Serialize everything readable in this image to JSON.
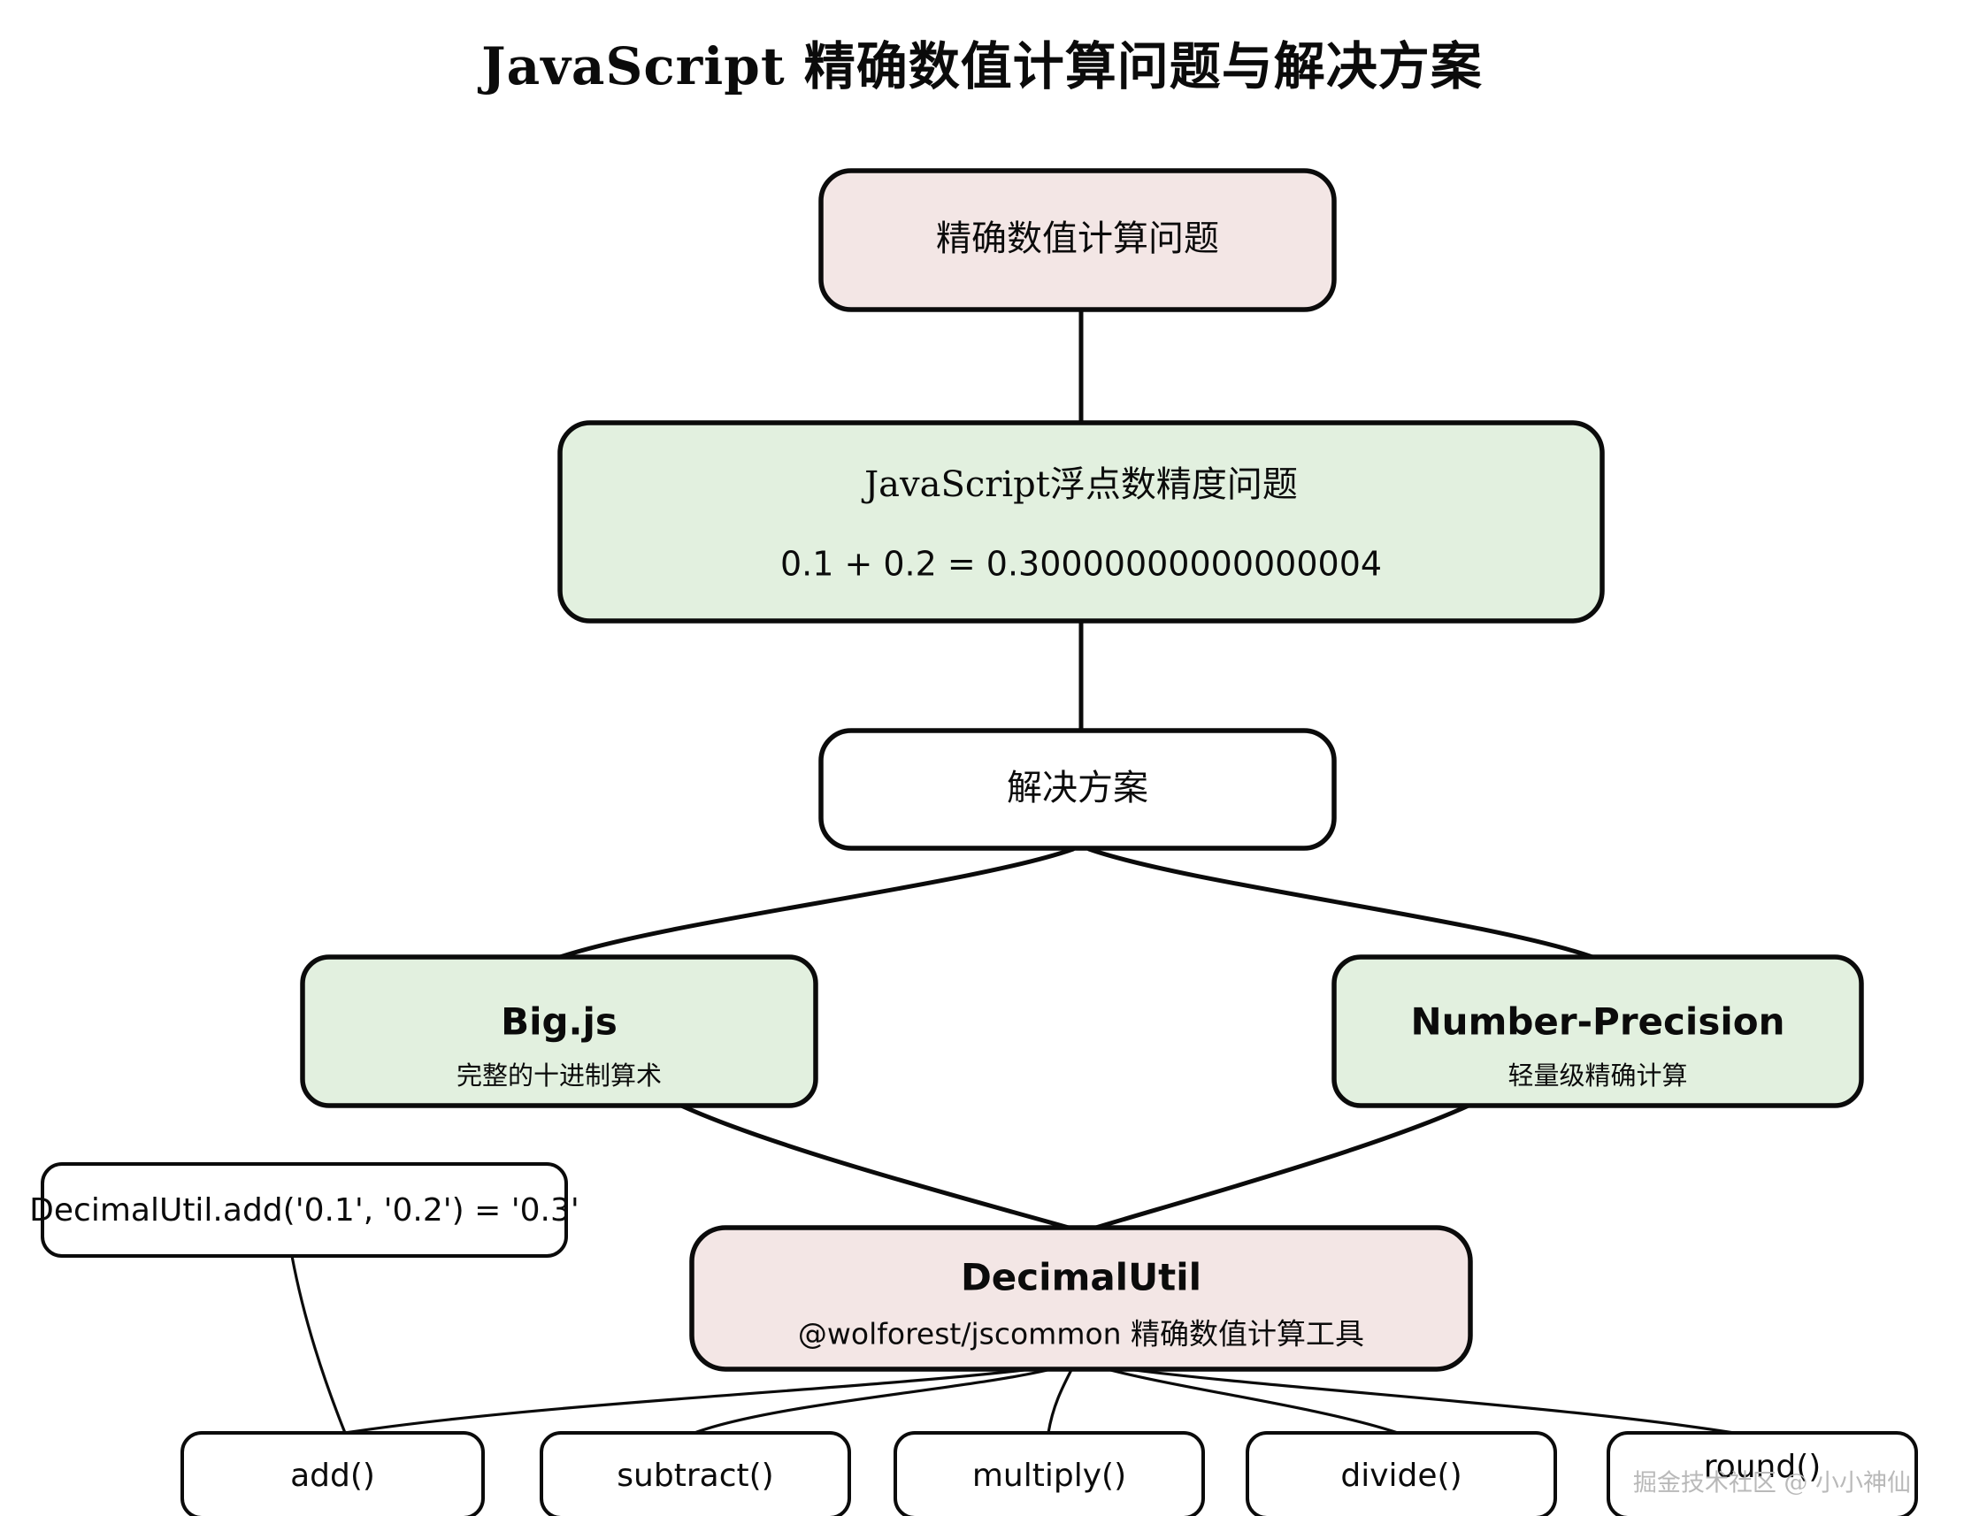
{
  "title": "JavaScript 精确数值计算问题与解决方案",
  "colors": {
    "pink_fill": "#f3e6e5",
    "green_fill": "#e2f0df",
    "white_fill": "#ffffff",
    "stroke": "#0b0b0b",
    "watermark": "#b9b9b9"
  },
  "nodes": {
    "root": {
      "label": "精确数值计算问题",
      "fill": "#f3e6e5"
    },
    "problem": {
      "label": "JavaScript浮点数精度问题",
      "example": "0.1 + 0.2 = 0.30000000000000004",
      "fill": "#e2f0df"
    },
    "solution": {
      "label": "解决方案",
      "fill": "#ffffff"
    },
    "bigjs": {
      "label": "Big.js",
      "sub": "完整的十进制算术",
      "fill": "#e2f0df"
    },
    "numberprecision": {
      "label": "Number-Precision",
      "sub": "轻量级精确计算",
      "fill": "#e2f0df"
    },
    "decimalutil": {
      "label": "DecimalUtil",
      "sub": "@wolforest/jscommon 精确数值计算工具",
      "fill": "#f3e6e5"
    },
    "example_box": {
      "label": "DecimalUtil.add('0.1', '0.2') = '0.3'",
      "fill": "#ffffff"
    }
  },
  "methods": [
    {
      "label": "add()"
    },
    {
      "label": "subtract()"
    },
    {
      "label": "multiply()"
    },
    {
      "label": "divide()"
    },
    {
      "label": "round()"
    }
  ],
  "watermark": "掘金技术社区 @ 小小神仙",
  "chart_data": {
    "type": "diagram",
    "title": "JavaScript 精确数值计算问题与解决方案",
    "diagram_kind": "flowchart",
    "direction": "top-down",
    "edges": [
      {
        "from": "精确数值计算问题",
        "to": "JavaScript浮点数精度问题"
      },
      {
        "from": "JavaScript浮点数精度问题",
        "to": "解决方案"
      },
      {
        "from": "解决方案",
        "to": "Big.js"
      },
      {
        "from": "解决方案",
        "to": "Number-Precision"
      },
      {
        "from": "Big.js",
        "to": "DecimalUtil"
      },
      {
        "from": "Number-Precision",
        "to": "DecimalUtil"
      },
      {
        "from": "DecimalUtil",
        "to": "add()"
      },
      {
        "from": "DecimalUtil",
        "to": "subtract()"
      },
      {
        "from": "DecimalUtil",
        "to": "multiply()"
      },
      {
        "from": "DecimalUtil",
        "to": "divide()"
      },
      {
        "from": "DecimalUtil",
        "to": "round()"
      },
      {
        "from": "DecimalUtil.add('0.1', '0.2') = '0.3'",
        "to": "add()"
      }
    ]
  }
}
